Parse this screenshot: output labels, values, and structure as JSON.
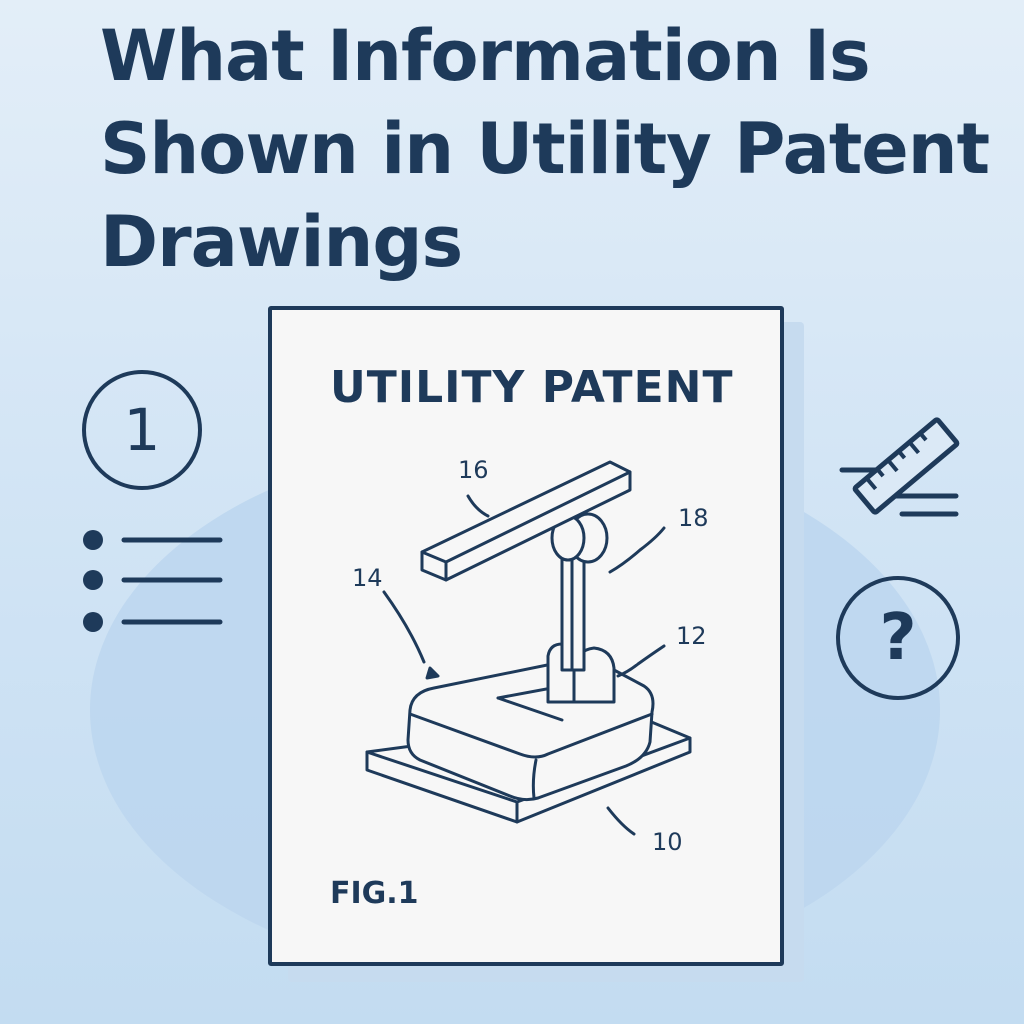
{
  "title": {
    "line1": "What Information Is",
    "line2": "Shown in Utility Patent",
    "line3": "Drawings"
  },
  "document": {
    "heading": "UTILITY PATENT",
    "figure_label": "FIG.1",
    "reference_numerals": [
      "16",
      "18",
      "14",
      "12",
      "10"
    ]
  },
  "icons": {
    "number_badge": "1",
    "question_badge": "?",
    "left_list": "bullet-list-icon",
    "right_tool": "ruler-icon"
  },
  "colors": {
    "ink": "#1e3a5a",
    "background": "#d3e5f5",
    "paper": "#f7f7f7"
  }
}
